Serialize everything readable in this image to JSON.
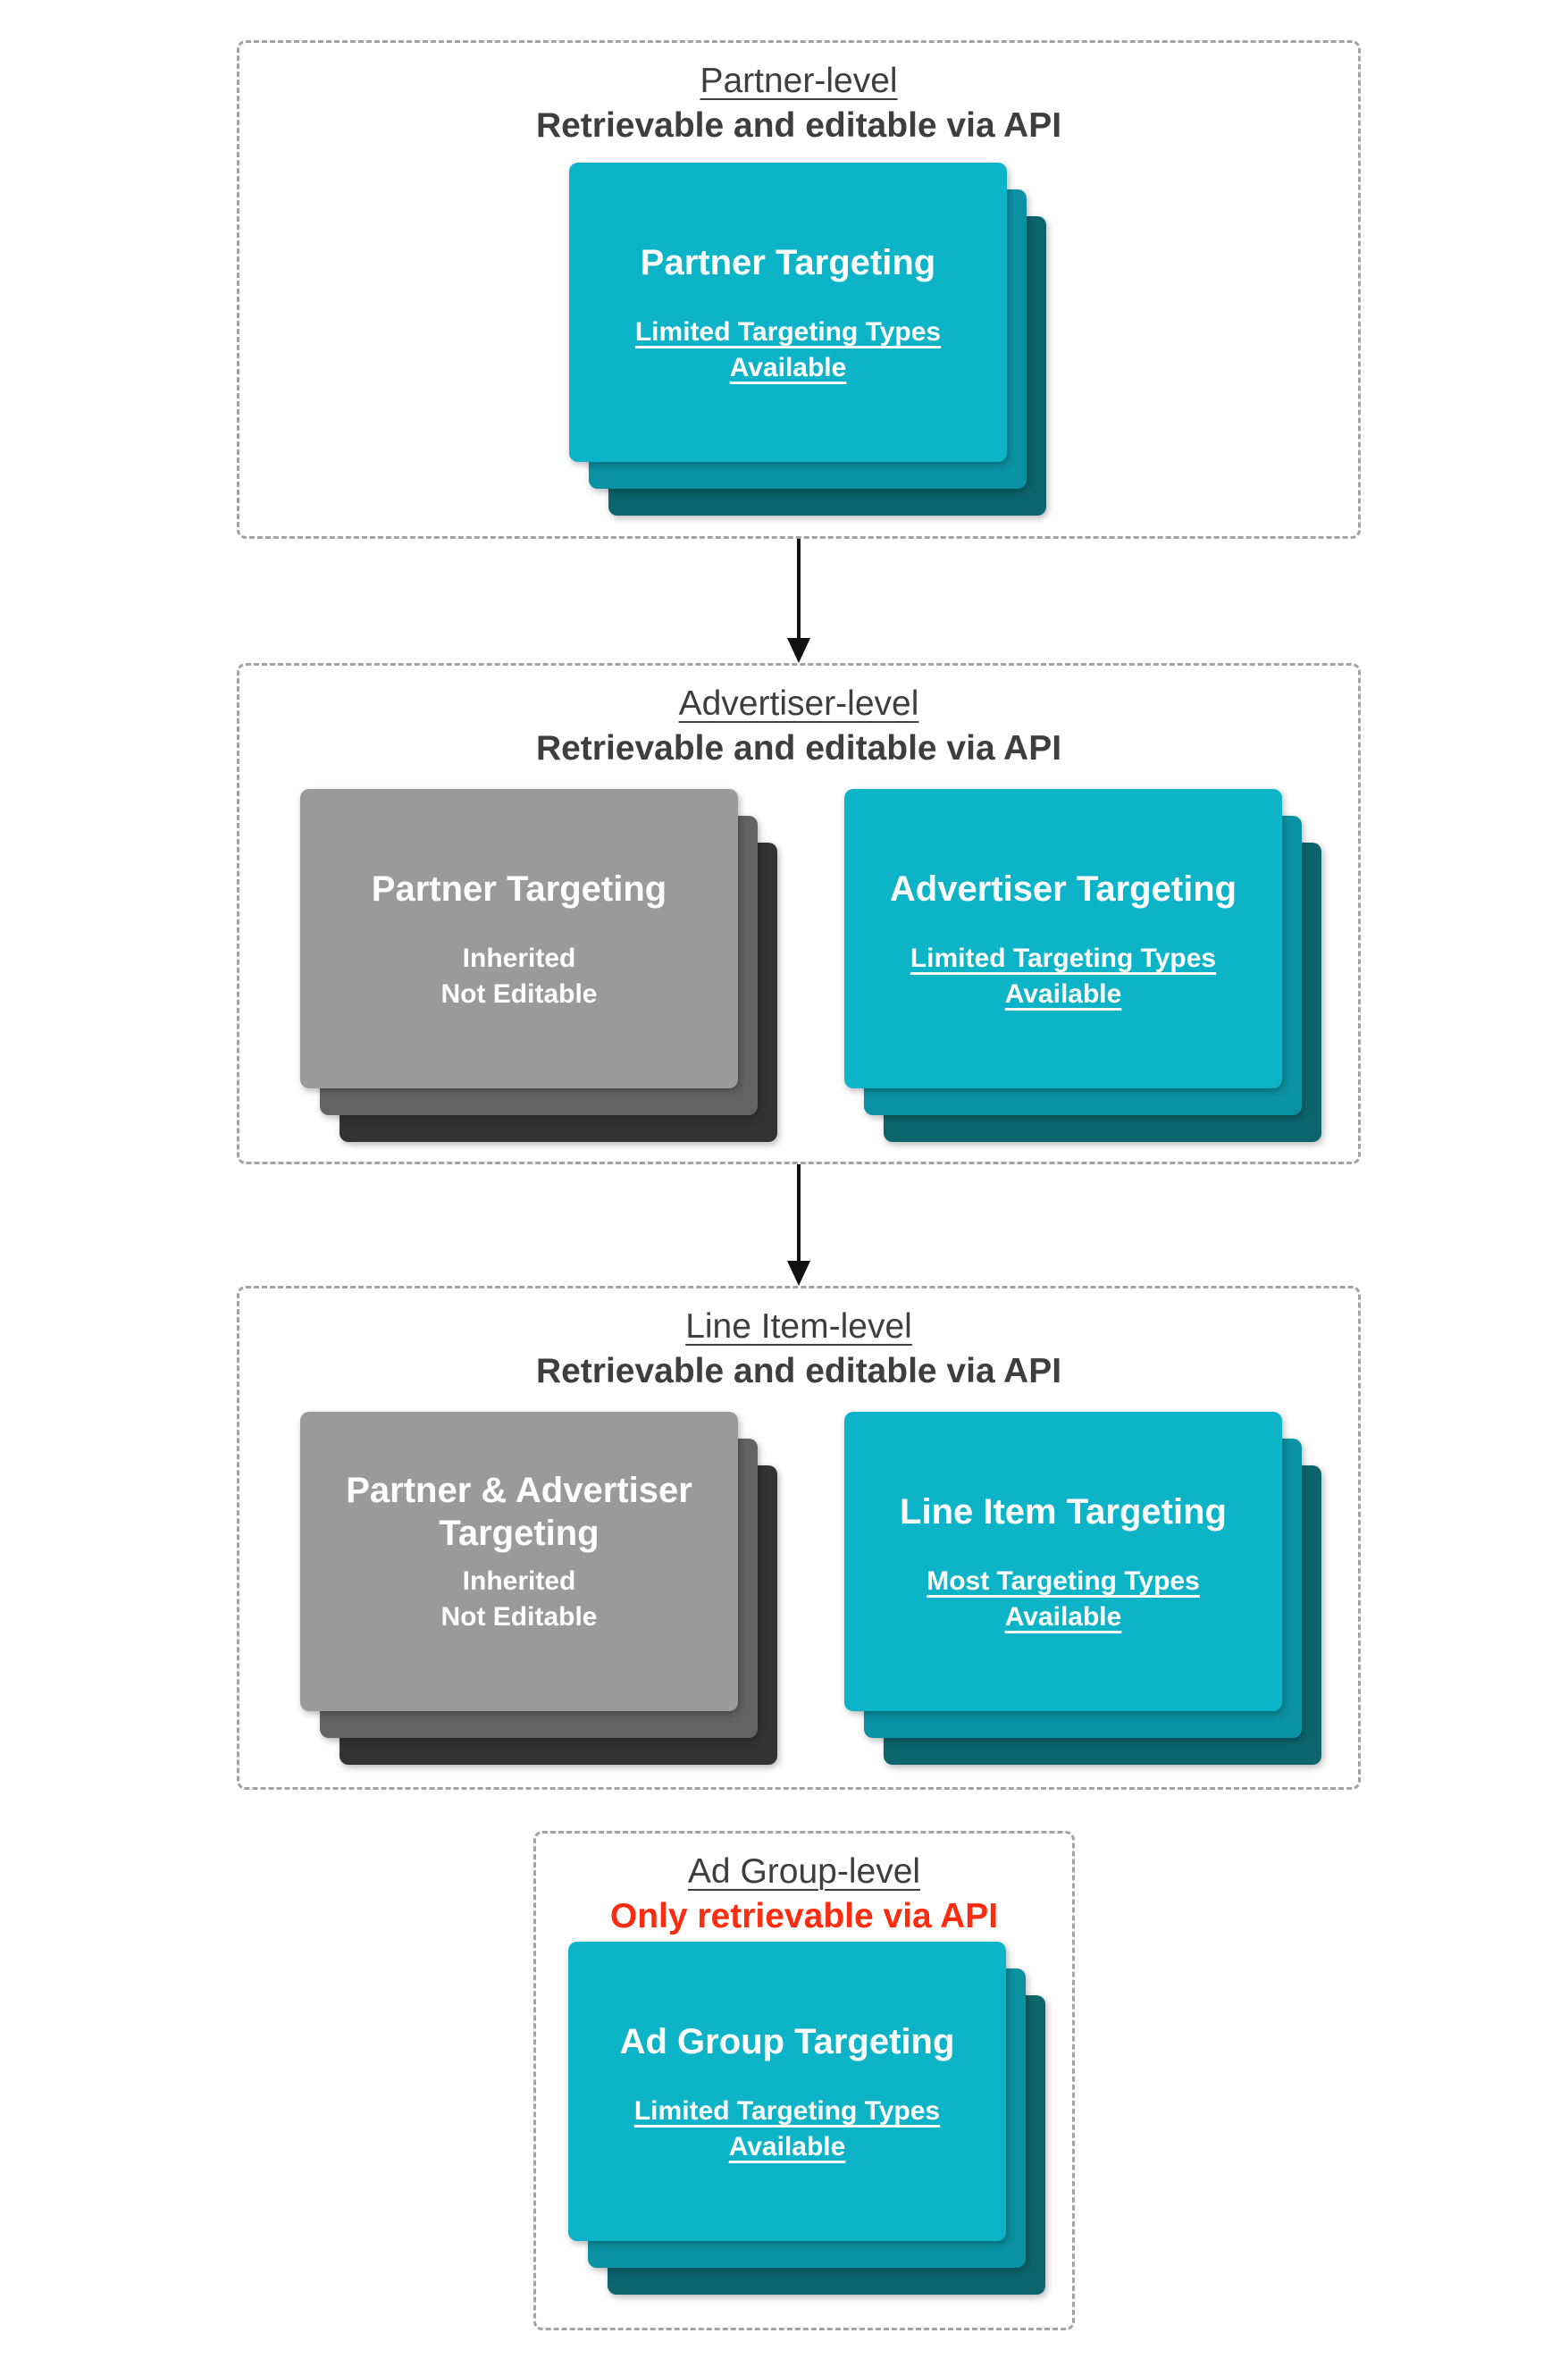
{
  "palette": {
    "teal": "#0db4c8",
    "tealMid": "#0a92a4",
    "tealDark": "#0c656d",
    "gray": "#9a9a9a",
    "grayMid": "#636363",
    "grayDark": "#333333",
    "heading": "#3e3e3e",
    "red": "#fb2c0f",
    "border": "#a3a3a3",
    "arrow": "#111111"
  },
  "sections": [
    {
      "title": "Partner-level",
      "subtitle": "Retrievable and editable via API",
      "cards": [
        {
          "variant": "teal",
          "title": "Partner Targeting",
          "lines": [
            "Limited Targeting Types",
            "Available"
          ],
          "underlined": true
        }
      ]
    },
    {
      "title": "Advertiser-level",
      "subtitle": "Retrievable and editable via API",
      "cards": [
        {
          "variant": "gray",
          "title": "Partner Targeting",
          "lines": [
            "Inherited",
            "Not Editable"
          ],
          "underlined": false
        },
        {
          "variant": "teal",
          "title": "Advertiser Targeting",
          "lines": [
            "Limited Targeting Types",
            "Available"
          ],
          "underlined": true
        }
      ]
    },
    {
      "title": "Line Item-level",
      "subtitle": "Retrievable and editable via API",
      "cards": [
        {
          "variant": "gray",
          "title": "Partner & Advertiser Targeting",
          "lines": [
            "Inherited",
            "Not Editable"
          ],
          "underlined": false
        },
        {
          "variant": "teal",
          "title": "Line Item Targeting",
          "lines": [
            "Most Targeting Types",
            "Available"
          ],
          "underlined": true
        }
      ]
    },
    {
      "title": "Ad Group-level",
      "subtitle": "Only retrievable via API",
      "cards": [
        {
          "variant": "teal",
          "title": "Ad Group Targeting",
          "lines": [
            "Limited Targeting Types",
            "Available"
          ],
          "underlined": true
        }
      ]
    }
  ]
}
